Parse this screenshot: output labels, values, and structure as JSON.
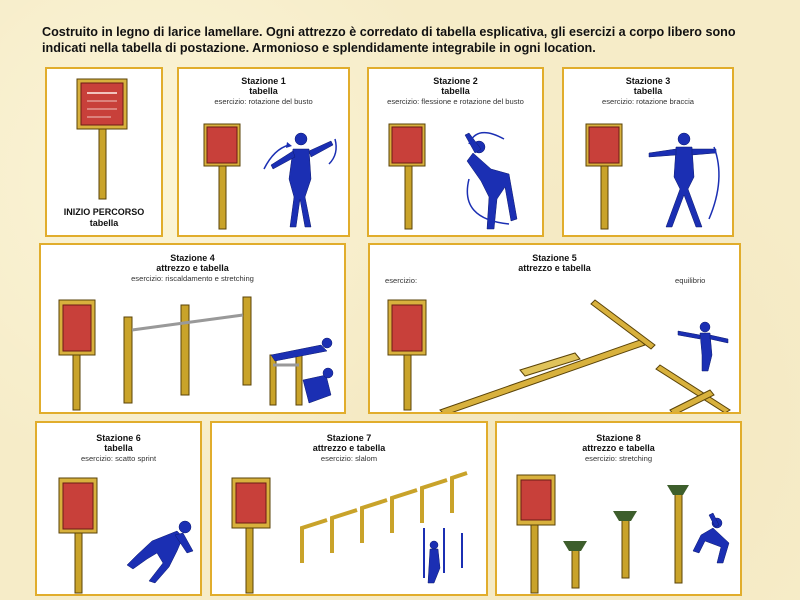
{
  "header": {
    "text": "Costruito in legno di larice lamellare. Ogni attrezzo è corredato di tabella esplicativa,  gli esercizi a corpo libero sono indicati nella tabella di postazione. Armonioso e splendidamente integrabile in ogni location."
  },
  "panels": {
    "start": {
      "line1": "INIZIO PERCORSO",
      "line2": "tabella"
    },
    "s1": {
      "title": "Stazione 1",
      "kind": "tabella",
      "exercise": "esercizio: rotazione del busto"
    },
    "s2": {
      "title": "Stazione 2",
      "kind": "tabella",
      "exercise": "esercizio: flessione e rotazione del busto"
    },
    "s3": {
      "title": "Stazione 3",
      "kind": "tabella",
      "exercise": "esercizio: rotazione braccia"
    },
    "s4": {
      "title": "Stazione 4",
      "kind": "attrezzo e tabella",
      "exercise": "esercizio: riscaldamento e stretching"
    },
    "s5": {
      "title": "Stazione 5",
      "kind": "attrezzo e tabella",
      "exercise_left": "esercizio:",
      "exercise_right": "equilibrio"
    },
    "s6": {
      "title": "Stazione 6",
      "kind": "tabella",
      "exercise": "esercizio: scatto sprint"
    },
    "s7": {
      "title": "Stazione 7",
      "kind": "attrezzo e tabella",
      "exercise": "esercizio: slalom"
    },
    "s8": {
      "title": "Stazione 8",
      "kind": "attrezzo e tabella",
      "exercise": "esercizio: stretching"
    }
  },
  "colors": {
    "panel_border": "#e1ad2c",
    "wood": "#c9a32a",
    "sign_red": "#c8403a",
    "figure_blue": "#1b2fb3",
    "background": "#f6ecc8"
  }
}
